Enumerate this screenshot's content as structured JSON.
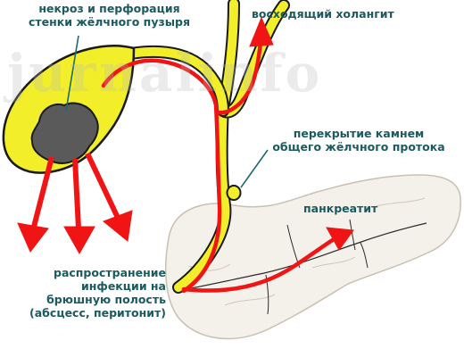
{
  "watermark": "jurnalinfo",
  "labels": {
    "necrosis": [
      "некроз и перфорация",
      "стенки жёлчного пузыря"
    ],
    "cholangitis": "восходящий холангит",
    "stone": [
      "перекрытие камнем",
      "общего жёлчного протока"
    ],
    "pancreatitis": "панкреатит",
    "spread": [
      "распространение",
      "инфекции на",
      "брюшную полость",
      "(абсцесс, перитонит)"
    ]
  },
  "colors": {
    "bile": "#f2ef2a",
    "bile_outline": "#1a1a1a",
    "pancreas": "#f4f1ea",
    "pancreas_outline": "#c8c0b2",
    "necrosis": "#5a5a5a",
    "arrow": "#f01414",
    "leader": "#1b6b70",
    "text": "#1b5a5e"
  }
}
